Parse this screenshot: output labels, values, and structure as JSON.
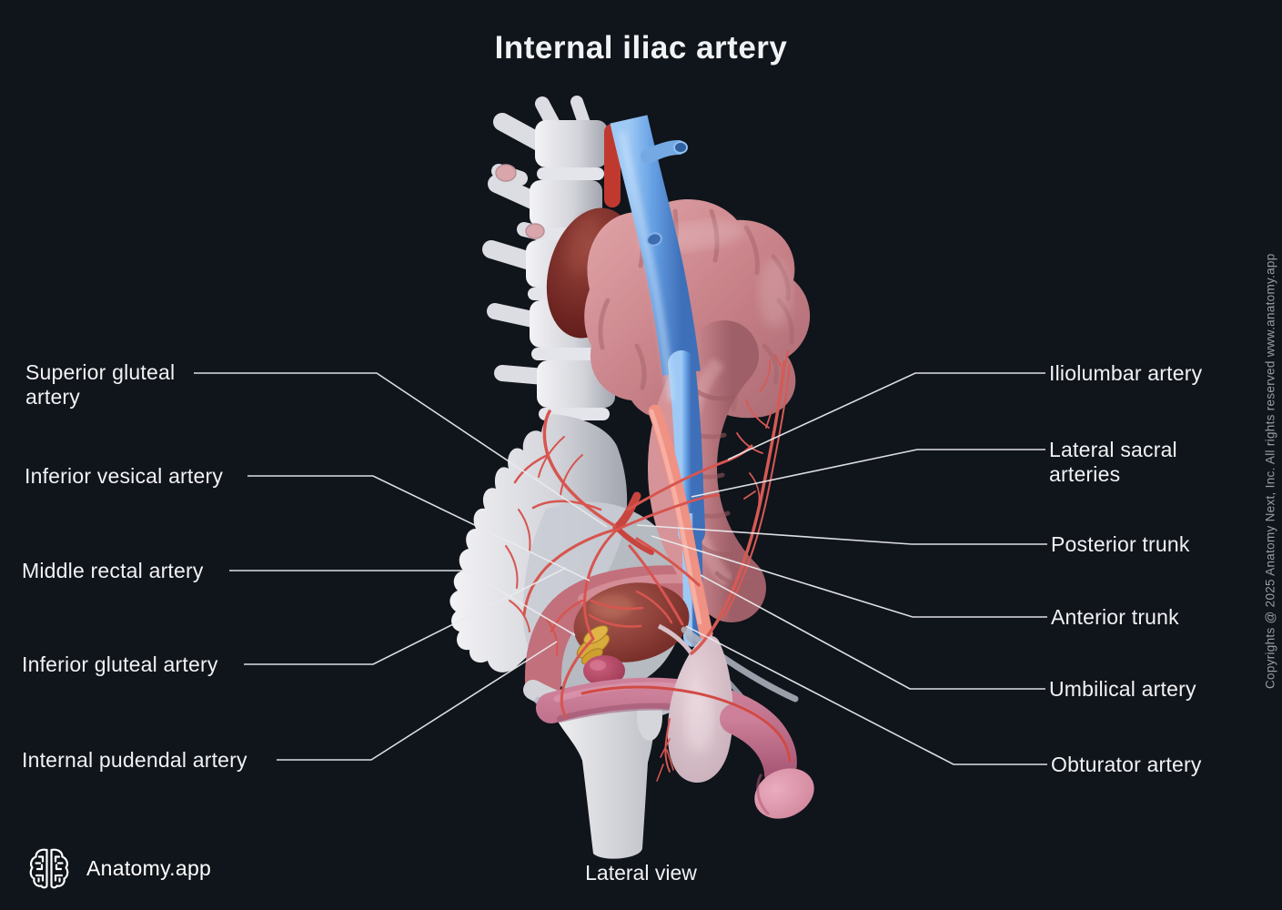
{
  "title": "Internal iliac artery",
  "view_label": "Lateral view",
  "brand": {
    "name": "Anatomy.app"
  },
  "copyright": "Copyrights @ 2025 Anatomy Next, Inc. All rights reserved www.anatomy.app",
  "icons": {
    "brain_logo": "brain-outline"
  },
  "illustration": "3D lateral view of lumbar spine, sacrum, pelvis and male pelvic organs with internal iliac artery branches",
  "labels": {
    "left": [
      {
        "label": "Superior gluteal artery"
      },
      {
        "label": "Inferior vesical artery"
      },
      {
        "label": "Middle rectal artery"
      },
      {
        "label": "Inferior gluteal artery"
      },
      {
        "label": "Internal pudendal artery"
      }
    ],
    "right": [
      {
        "label": "Iliolumbar artery"
      },
      {
        "label": "Lateral sacral arteries"
      },
      {
        "label": "Posterior trunk"
      },
      {
        "label": "Anterior trunk"
      },
      {
        "label": "Umbilical artery"
      },
      {
        "label": "Obturator artery"
      }
    ]
  },
  "colors": {
    "background": "#10141b",
    "label_text": "#f1f2f4",
    "leader_line": "#e9eaec",
    "copyright_text": "#989ca3",
    "artery_red": "#d7554f",
    "vein_blue": "#5b97dd",
    "bone": "#d9dade",
    "colon_pink": "#cf8b90",
    "kidney_maroon": "#6a2220"
  }
}
